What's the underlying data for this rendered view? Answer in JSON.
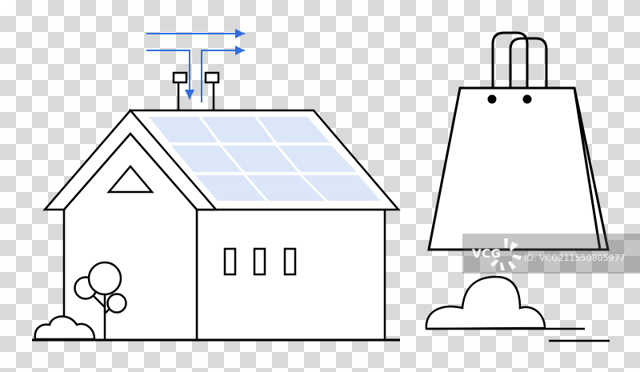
{
  "illustration": {
    "subject": "House with rooftop solar panels, chimney with airflow arrows, trees and bushes, and a shopping bag on a cloud",
    "colors": {
      "outline": "#000000",
      "fill": "#ffffff",
      "solar_panel": "#dbe6f8",
      "arrow": "#2f6fdc",
      "checker_light": "#ffffff",
      "checker_dark": "#d9d9d9"
    },
    "house": {
      "windows_count": 3,
      "solar_panel_grid": "3x3"
    }
  },
  "watermark": {
    "logo": "VCG",
    "id_text": "ID: VCG211550805977"
  }
}
